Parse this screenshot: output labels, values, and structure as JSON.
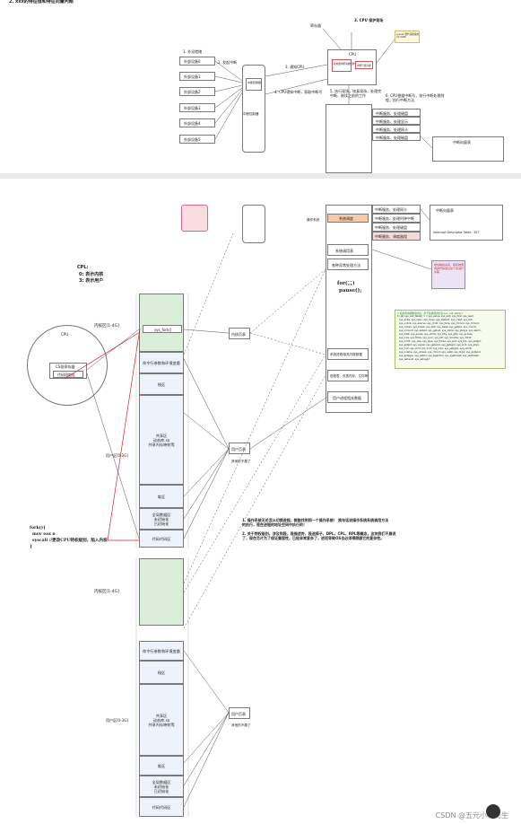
{
  "top_strip": {
    "title": "2. xxx的特征值和特征向量问题"
  },
  "upper": {
    "ext_devices": [
      "外部设备0",
      "外部设备1",
      "外部设备2",
      "外部设备3",
      "外部设备4",
      "外部设备5"
    ],
    "step1": "1. 外设就绪",
    "step2": "2. 发起中断",
    "step3": "3. 通知CPU",
    "step4": "4. CPU得知中断，获取中断号",
    "step5": "5. 执行现场，恢复现场，处理完中断，继续之前的工作",
    "step6": "6. CPU根据中断号，执行中断处理例程，执行中断方法",
    "step_protect": "3. CPU 保护现场",
    "reg_label": "寄存器",
    "cpu_label": "CPU",
    "cpu_inner": "控制器中断请求处理中断号",
    "cpu_side": "中断号寄存器",
    "note": "syscall 现代系统使用int 0x80",
    "ctrl_top": "中断控制器",
    "ctrl_bottom": "中断控制器",
    "handlers": [
      "中断服务、处理键盘",
      "中断服务、处理显示",
      "中断服务、处理网卡",
      "中断服务、处理磁盘"
    ],
    "idt": "中断向量表"
  },
  "lower": {
    "cpl_title": "CPL:",
    "cpl0": "0: 表示内核",
    "cpl3": "3: 表示用户",
    "cpu_label": "CPU",
    "cpu_reg": "CS段寄存器",
    "cpu_code": "代码段地址",
    "kernel_label": "内核区[1-4G]",
    "user_label": "用户区[0-3G]",
    "kernel_cell": "sys_fork()",
    "cells": [
      "命令行参数和环境变量",
      "栈区",
      "共享区\n动态库.so\n共享内存映射等",
      "堆区",
      "全局数据区\n未初始化\n已初始化",
      "代码代码区"
    ],
    "kernel_pt": "内核页表",
    "user_pt": "用户页表",
    "user_pt_note": "其他的不展了",
    "fork_code": [
      "fork(){",
      "  mov eax n",
      "  syscall //更改CPU特权级别，陷入内核",
      "}"
    ],
    "q1": "1. 操作系统无论怎么切换进程，都能找到同一个操作系统！ 换句话说操作系统系统调用方法的执行，是在进程的地址空间中执行的！",
    "q2": "2. 关于特权级别，涉及到段，段描述符，段选择子，DPL，CPL，RPL等概念，这块我们不展说了，现在芯片为了保证兼容性，已经非常复杂了，进而导致OS也必须得照顾它的复杂性。",
    "right_col": [
      "中断服务、处理网卡",
      "中断服务、处理时钟中断",
      "中断服务、处理键盘",
      "中断服务、调度器程"
    ],
    "sys_table": "系统调用表",
    "sys_impl": "各种异常处理方法",
    "loop1": "for(；；)",
    "loop2": "pause();",
    "sys_proc": "系统进程相关内核数据",
    "kern_box": "进程表，页表内存，文件等",
    "user_box": "用户进程相关数据",
    "irq_label": "操作系统",
    "irq_box": "中断向量表",
    "irq_note": "Interrupt Descriptor Table，IDT",
    "green_box": "// 系统调用函数指针表：用于系统调用分发 sys_call_table[]",
    "green_lines": [
      "fn_ptr sys_call_table[] = { sys_setup, sys_exit, sys_fork, sys_read,",
      "sys_write, sys_open, sys_close, sys_waitpid, sys_creat, sys_link,",
      "sys_unlink, sys_execve, sys_chdir, sys_time, sys_mknod, sys_chmod,",
      "sys_chown, sys_break, sys_stat, sys_lseek, sys_getpid, sys_mount,",
      "sys_umount, sys_setuid, sys_getuid, sys_stime, sys_ptrace, sys_alarm,",
      "sys_fstat, sys_pause, sys_utime, sys_stty, sys_gtty, sys_access,",
      "sys_nice, sys_ftime, sys_sync, sys_kill, sys_rename, sys_mkdir,",
      "sys_rmdir, sys_dup, sys_pipe, sys_times, sys_prof, sys_brk, sys_setgid,",
      "sys_getgid, sys_signal, sys_geteuid, sys_getegid, sys_acct, sys_phys,",
      "sys_lock, sys_ioctl, sys_fcntl, sys_mpx, sys_setpgid, sys_ulimit,",
      "sys_uname, sys_umask, sys_chroot, sys_ustat, sys_dup2, sys_getppid,",
      "sys_getpgrp, sys_setsid, sys_sigaction, sys_sgetmask, sys_ssetmask,",
      "sys_setreuid, sys_setregid"
    ],
    "red_note": "地址映射关系，把系统调用的代码通过这个表进行关联",
    "small_pink": "系统调度"
  },
  "watermark": "CSDN @五元小林先生"
}
